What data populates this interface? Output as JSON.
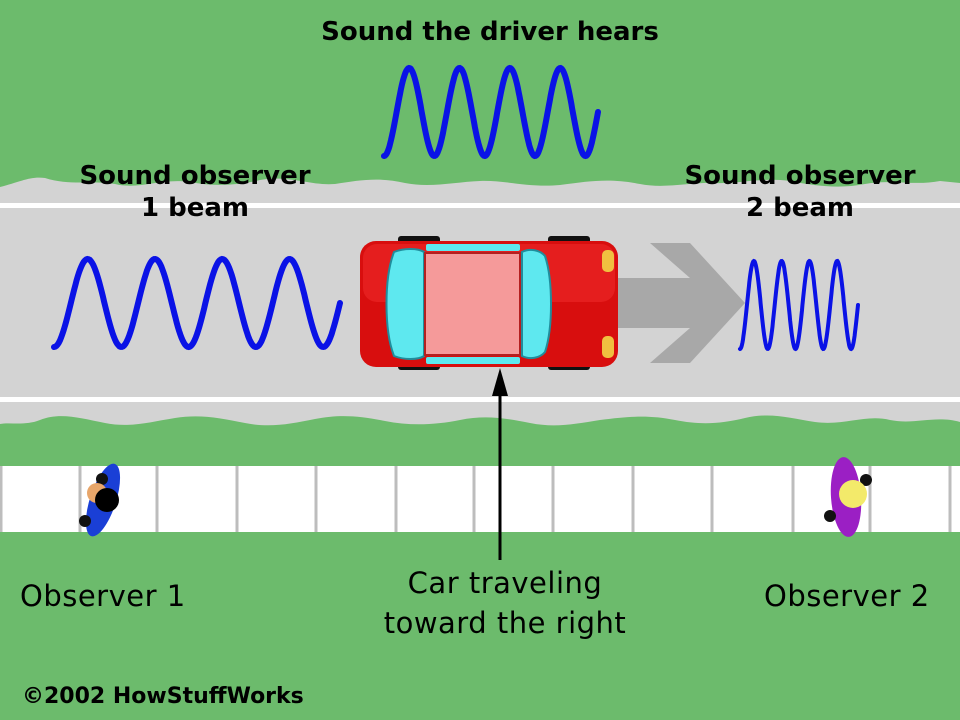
{
  "title": "Sound the driver hears",
  "observer1_beam": {
    "line1": "Sound observer",
    "line2": "1 beam"
  },
  "observer2_beam": {
    "line1": "Sound observer",
    "line2": "2 beam"
  },
  "observer1_label": "Observer 1",
  "observer2_label": "Observer 2",
  "car_label": {
    "line1": "Car traveling",
    "line2": "toward the right"
  },
  "copyright": "©2002 HowStuffWorks",
  "colors": {
    "grass": "#6cbb6c",
    "road": "#d3d3d3",
    "wave": "#0a12e6",
    "car": "#e01010",
    "car_roof": "#f59a9a",
    "car_glass": "#5ee8ef",
    "motion_arrow": "#a8a8a8",
    "observer1": "#1a3fd6",
    "observer2": "#9b1fc4"
  },
  "icons": [
    "car-icon",
    "motion-arrow-icon",
    "pointer-arrow-icon",
    "observer-person-icon"
  ]
}
